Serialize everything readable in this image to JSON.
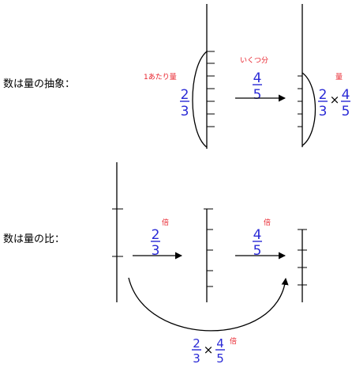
{
  "row1": {
    "label": "数は量の抽象：",
    "per_unit_label": "1あたり量",
    "count_label": "いくつ分",
    "amount_label": "量",
    "unit_fraction": {
      "num": "2",
      "den": "3"
    },
    "count_fraction": {
      "num": "4",
      "den": "5"
    },
    "product": {
      "a_num": "2",
      "a_den": "3",
      "times": "×",
      "b_num": "4",
      "b_den": "5"
    }
  },
  "row2": {
    "label": "数は量の比：",
    "ratio_unit": "倍",
    "first_ratio": {
      "num": "2",
      "den": "3"
    },
    "second_ratio": {
      "num": "4",
      "den": "5"
    },
    "product": {
      "a_num": "2",
      "a_den": "3",
      "times": "×",
      "b_num": "4",
      "b_den": "5"
    }
  },
  "colors": {
    "accent_red": "#e8202a",
    "fraction_blue": "#2b2bd6",
    "line_black": "#000000"
  }
}
